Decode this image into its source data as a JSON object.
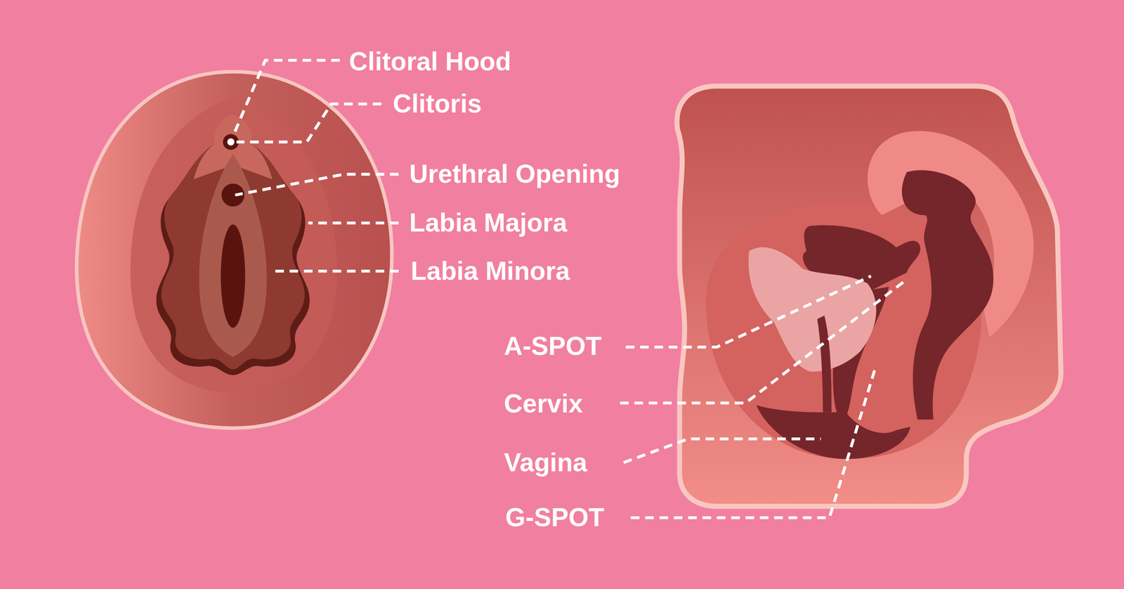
{
  "diagram": {
    "labels": [
      "Clitoral Hood",
      "Clitoris",
      "Urethral Opening",
      "Labia Majora",
      "Labia Minora",
      "A-SPOT",
      "Cervix",
      "Vagina",
      "G-SPOT"
    ]
  }
}
